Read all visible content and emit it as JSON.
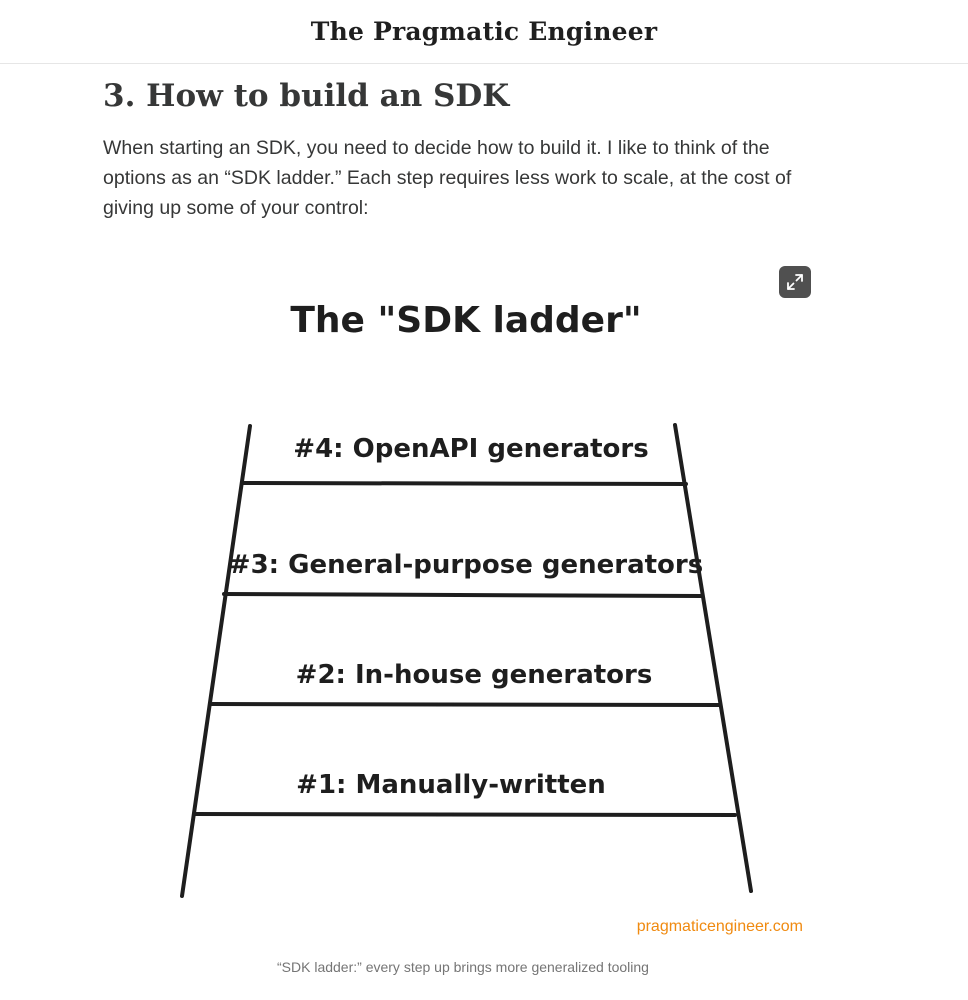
{
  "header": {
    "publication_title": "The Pragmatic Engineer"
  },
  "article": {
    "section_heading": "3. How to build an SDK",
    "paragraph": "When starting an SDK, you need to decide how to build it. I like to think of the options as an “SDK ladder.” Each step requires less work to scale, at the cost of giving up some of your control:"
  },
  "figure": {
    "title": "The \"SDK ladder\"",
    "steps": [
      "#4: OpenAPI generators",
      "#3: General-purpose generators",
      "#2: In-house generators",
      "#1: Manually-written"
    ],
    "watermark": "pragmaticengineer.com",
    "caption": "“SDK ladder:” every step up brings more generalized tooling",
    "expand_icon": "expand-arrows-icon"
  }
}
